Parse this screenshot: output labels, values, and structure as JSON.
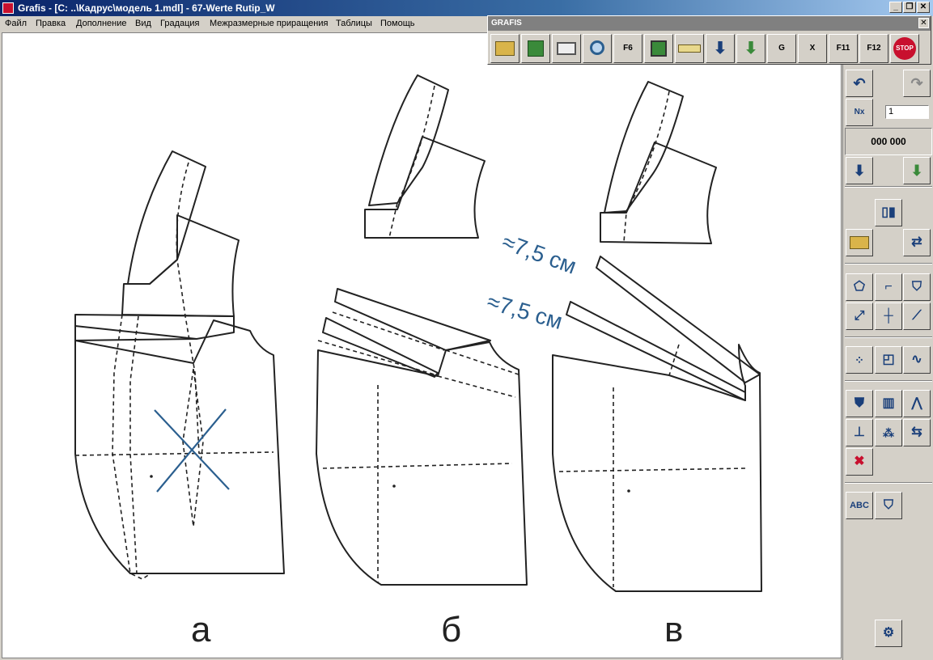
{
  "window": {
    "title": "Grafis - [C: ..\\Кадрус\\модель 1.mdl] - 67-Werte Rutip_W",
    "minimize": "_",
    "restore": "❐",
    "close": "✕"
  },
  "menu": {
    "items": [
      "Файл",
      "Правка",
      "Дополнение",
      "Вид",
      "Градация",
      "Межразмерные приращения",
      "Таблицы",
      "Помощь"
    ]
  },
  "toolbar": {
    "title": "GRAFIS",
    "close": "✕",
    "buttons": [
      "open-icon",
      "save-icon",
      "print-icon",
      "zoom-icon",
      "F6",
      "layers-icon",
      "measure-icon",
      "import-icon",
      "export-icon",
      "G",
      "X",
      "F11",
      "F12",
      "STOP"
    ]
  },
  "side_panel": {
    "counter_value": "1",
    "coordinate_display": "000 000",
    "nx_label": "Nx"
  },
  "drawing": {
    "labels": {
      "a": "а",
      "b": "б",
      "v": "в"
    },
    "measure_1": "≈7,5 см",
    "measure_2": "≈7,5 см"
  },
  "colors": {
    "title_bar": "#0a246a",
    "measure_text": "#2b5f8f",
    "cross_lines": "#2b5f8f"
  }
}
